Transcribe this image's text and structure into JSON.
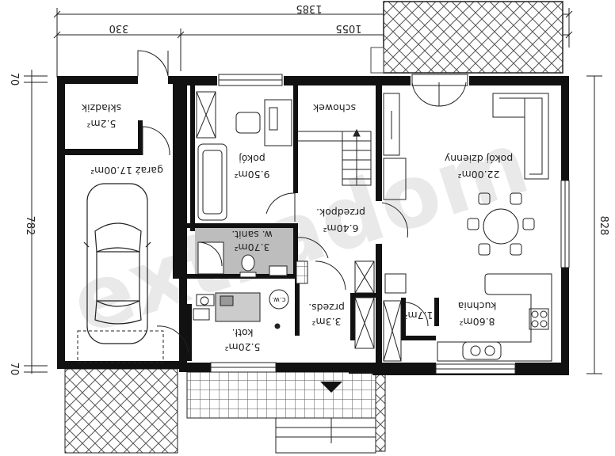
{
  "watermark": "extradom",
  "dimensions": {
    "total_width": "1385",
    "left_width": "330",
    "right_width": "1055",
    "left_depth": "782",
    "right_depth": "828",
    "offset_top": "70",
    "offset_bottom": "70"
  },
  "rooms": {
    "skladzik": {
      "name": "składzik",
      "area": "5.2m²"
    },
    "garaz": {
      "name": "garaż 17.00m²"
    },
    "pokoj": {
      "name": "pokój",
      "area": "9.50m²"
    },
    "schowek": {
      "name": "schowek"
    },
    "pokoj_dzienny": {
      "name": "pokój dzienny",
      "area": "22.00m²"
    },
    "przedpok": {
      "name": "przedpok.",
      "area": "6.40m²"
    },
    "wsanit": {
      "name": "w. sanit.",
      "area": "3.70m²"
    },
    "kotl": {
      "name": "kotł.",
      "area": "5.20m²"
    },
    "cw": {
      "name": "c.w."
    },
    "przeds": {
      "name": "przeds.",
      "area": "3.3m²"
    },
    "spizarnia": {
      "name": "1.7m²"
    },
    "kuchnia": {
      "name": "kuchnia",
      "area": "8.60m²"
    }
  },
  "colors": {
    "wall": "#111111",
    "wc_floor": "#bdbdbd",
    "hatch": "#444444"
  }
}
